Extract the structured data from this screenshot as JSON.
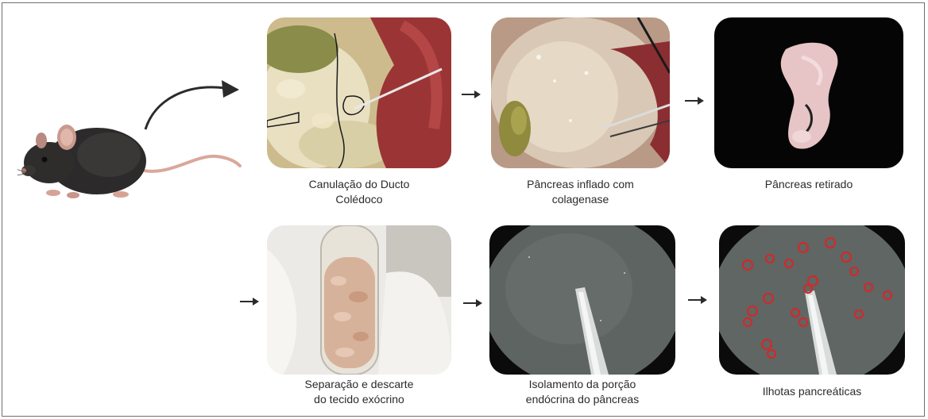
{
  "steps": [
    {
      "caption": "Canulação do Ducto\nColédoco"
    },
    {
      "caption": "Pâncreas inflado com\ncolagenase"
    },
    {
      "caption": "Pâncreas retirado"
    },
    {
      "caption": "Separação e descarte\ndo tecido exócrino"
    },
    {
      "caption": "Isolamento da porção\nendócrina do pâncreas"
    },
    {
      "caption": "Ilhotas pancreáticas"
    }
  ],
  "colors": {
    "frame": "#6f6f6f",
    "arrow": "#2b2b2b",
    "islet_ring": "#cf2a2a",
    "tissue_red": "#a23a3a",
    "tissue_cream": "#e6dcc0",
    "microscope_field": "#5d6462"
  },
  "icons": [
    "mouse-illustration",
    "curved-arrow-icon",
    "arrow-right-icon"
  ]
}
